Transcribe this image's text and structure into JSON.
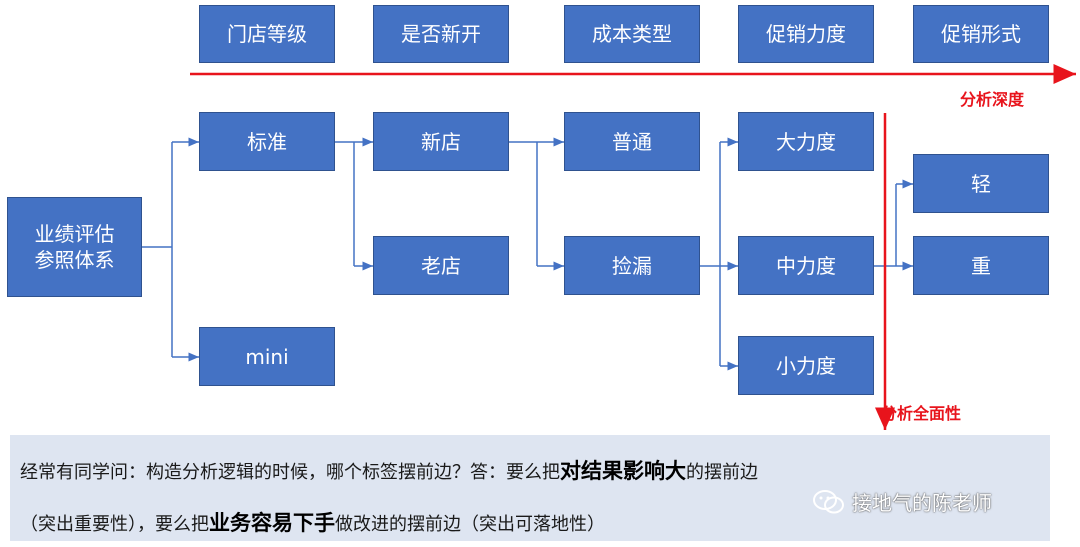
{
  "colors": {
    "box_fill": "#4472C4",
    "box_border": "#2F528F",
    "red": "#E8141C",
    "note_bg": "#DEE5F1"
  },
  "headers": [
    "门店等级",
    "是否新开",
    "成本类型",
    "促销力度",
    "促销形式"
  ],
  "root": {
    "line1": "业绩评估",
    "line2": "参照体系"
  },
  "level": [
    "标准",
    "mini"
  ],
  "newness": [
    "新店",
    "老店"
  ],
  "cost": [
    "普通",
    "捡漏"
  ],
  "promo_strength": [
    "大力度",
    "中力度",
    "小力度"
  ],
  "promo_form": [
    "轻",
    "重"
  ],
  "arrows": {
    "depth_label": "分析深度",
    "breadth_label": "分析全面性"
  },
  "note": {
    "l1_a": "经常有同学问：构造分析逻辑的时候，哪个标签摆前边？答：要么把",
    "l1_b": "对结果影响大",
    "l1_c": "的摆前边",
    "l2_a": "（突出重要性），要么把",
    "l2_b": "业务容易下手",
    "l2_c": "做改进的摆前边（突出可落地性）"
  },
  "watermark": {
    "icon": "wechat-icon",
    "text": "接地气的陈老师"
  }
}
